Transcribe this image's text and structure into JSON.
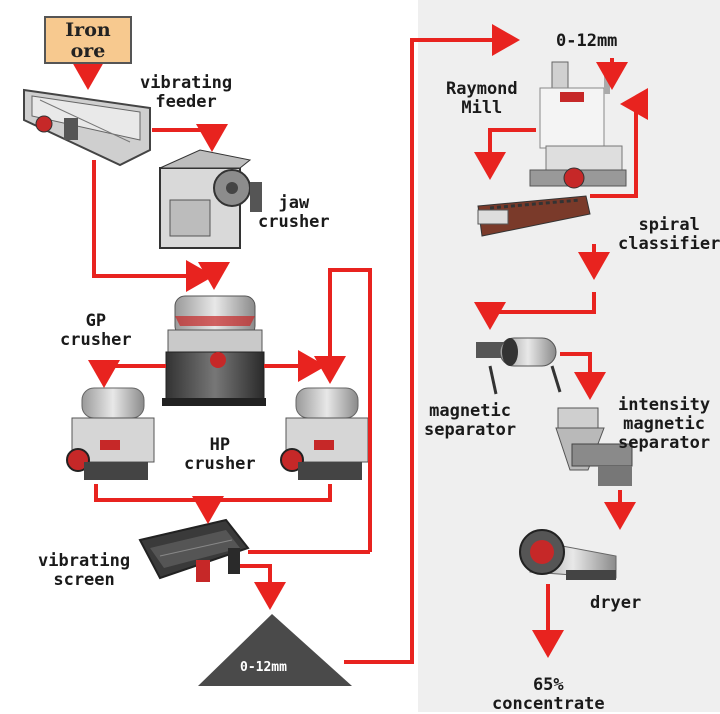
{
  "diagram": {
    "input": "Iron\nore",
    "labels": {
      "vibrating_feeder": "vibrating\nfeeder",
      "jaw_crusher": "jaw\ncrusher",
      "gp_crusher": "GP\ncrusher",
      "hp_crusher": "HP\ncrusher",
      "vibrating_screen": "vibrating\nscreen",
      "pile": "0-12mm",
      "feed_size": "0-12mm",
      "raymond_mill": "Raymond\nMill",
      "spiral_classifier": "spiral\nclassifier",
      "magnetic_separator": "magnetic\nseparator",
      "intensity_magnetic_separator": "intensity\nmagnetic\nseparator",
      "dryer": "dryer",
      "output": "65%\nconcentrate"
    }
  },
  "colors": {
    "flow_arrow": "#e8231f",
    "input_box": "#f7c98f",
    "right_panel_bg": "#efefef",
    "pile": "#4a4a4a"
  }
}
